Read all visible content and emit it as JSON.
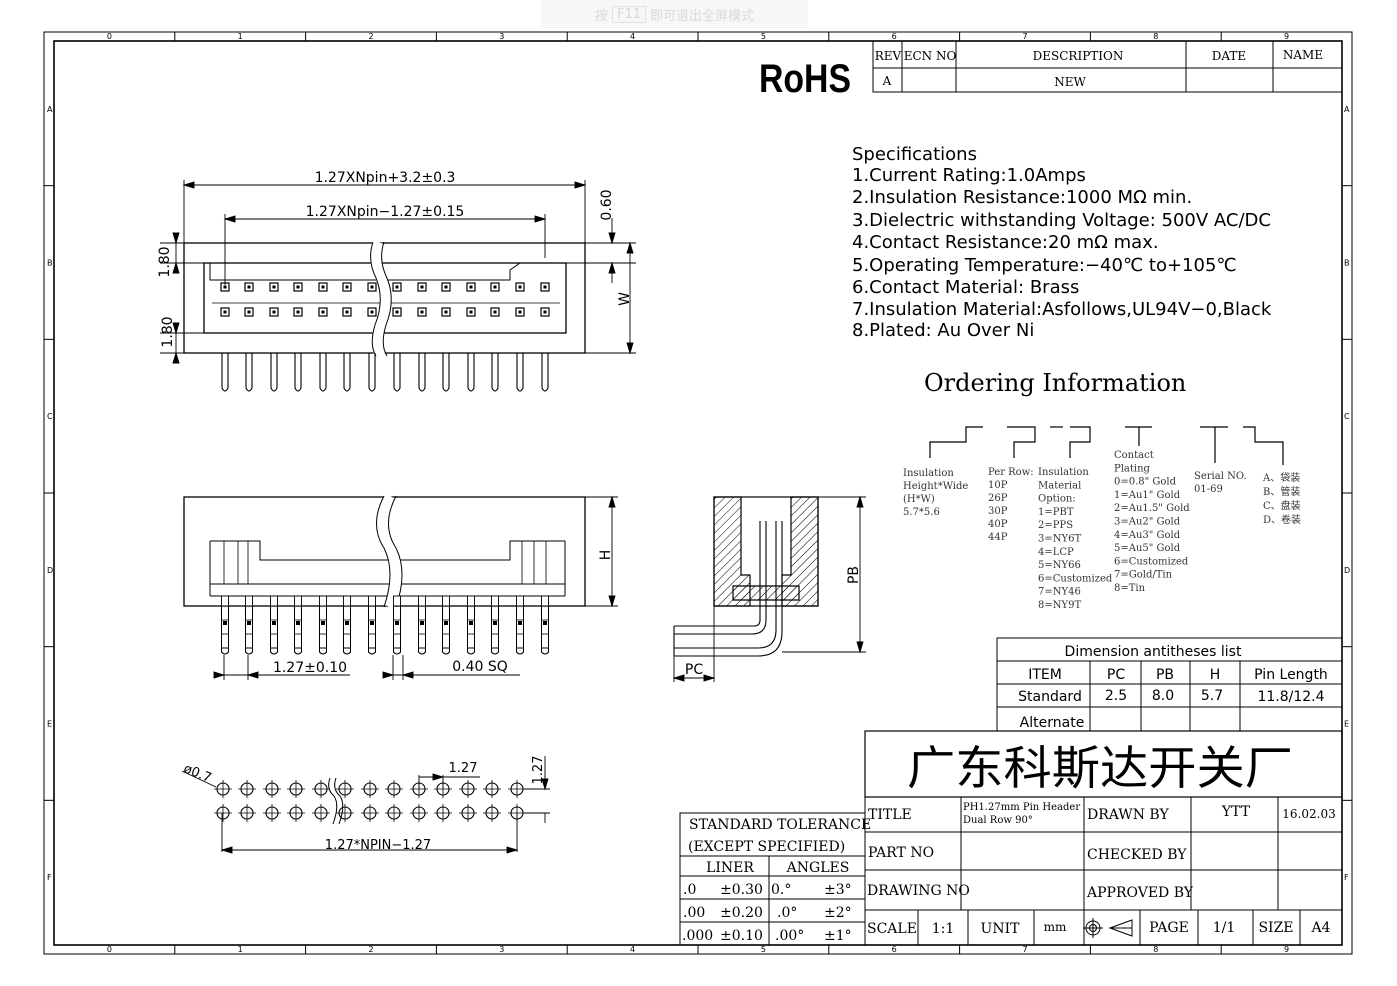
{
  "overlay": {
    "prefix": "按",
    "key": "F11",
    "suffix": "即可退出全屏模式"
  },
  "border": {
    "columns": [
      "0",
      "1",
      "2",
      "3",
      "4",
      "5",
      "6",
      "7",
      "8",
      "9"
    ],
    "rows": [
      "A",
      "B",
      "C",
      "D",
      "E",
      "F"
    ]
  },
  "rohs": "RoHS",
  "revision_table": {
    "headers": [
      "REV",
      "ECN NO",
      "DESCRIPTION",
      "DATE",
      "NAME"
    ],
    "row": [
      "A",
      "",
      "NEW",
      "",
      ""
    ]
  },
  "specifications": {
    "heading": "Specifications",
    "items": [
      "1.Current  Rating:1.0Amps",
      "2.Insulation  Resistance:1000  MΩ  min.",
      "3.Dielectric  withstanding  Voltage:  500V  AC/DC",
      "4.Contact  Resistance:20  mΩ  max.",
      "5.Operating  Temperature:−40℃  to+105℃",
      "6.Contact  Material:  Brass",
      "7.Insulation  Material:Asfollows,UL94V−0,Black",
      "8.Plated:  Au  Over  Ni"
    ]
  },
  "ordering": {
    "title": "Ordering  Information",
    "groups": [
      {
        "lines": [
          "Insulation",
          "Height*Wide",
          "(H*W)",
          "5.7*5.6"
        ]
      },
      {
        "lines": [
          "Per Row:",
          "10P",
          "26P",
          "30P",
          "40P",
          "44P"
        ]
      },
      {
        "lines": [
          "Insulation",
          "Material",
          "Option:",
          "1=PBT",
          "2=PPS",
          "3=NY6T",
          "4=LCP",
          "5=NY66",
          "6=Customized",
          "7=NY46",
          "8=NY9T"
        ]
      },
      {
        "lines": [
          "Contact",
          "Plating",
          "0=0.8\" Gold",
          "1=Au1\" Gold",
          "2=Au1.5\" Gold",
          "3=Au2\" Gold",
          "4=Au3\" Gold",
          "5=Au5\" Gold",
          "6=Customized",
          "7=Gold/Tin",
          "8=Tin"
        ]
      },
      {
        "lines": [
          "Serial NO.",
          "01-69"
        ]
      },
      {
        "lines": [
          "A、袋装",
          "B、管装",
          "C、盘装",
          "D、卷装"
        ]
      }
    ]
  },
  "dimensions": {
    "top_view": {
      "overall": "1.27XNpin+3.2±0.3",
      "inner": "1.27XNpin−1.27±0.15",
      "thickness": "0.60",
      "wall_top": "1.80",
      "wall_bottom": "1.80",
      "width": "W"
    },
    "front_view": {
      "height": "H",
      "pitch": "1.27±0.10",
      "pin": "0.40  SQ"
    },
    "side_view": {
      "pb": "PB",
      "pc": "PC"
    },
    "pcb_layout": {
      "hole": "ø0.7",
      "pitch_x": "1.27",
      "pitch_y": "1.27",
      "span": "1.27*NPIN−1.27"
    }
  },
  "dimension_list": {
    "title": "Dimension antitheses list",
    "headers": [
      "ITEM",
      "PC",
      "PB",
      "H",
      "Pin Length"
    ],
    "rows": [
      [
        "Standard",
        "2.5",
        "8.0",
        "5.7",
        "11.8/12.4"
      ],
      [
        "Alternate",
        "",
        "",
        "",
        ""
      ]
    ]
  },
  "company": "广东科斯达开关厂",
  "tolerance": {
    "title_line1": "STANDARD  TOLERANCE",
    "title_line2": "(EXCEPT  SPECIFIED)",
    "liner_label": "LINER",
    "angles_label": "ANGLES",
    "rows": [
      [
        ".0",
        "±0.30",
        "0.°",
        "±3°"
      ],
      [
        ".00",
        "±0.20",
        ".0°",
        "±2°"
      ],
      [
        ".000",
        "±0.10",
        ".00°",
        "±1°"
      ]
    ]
  },
  "title_block": {
    "title_label": "TITLE",
    "title_value_line1": "PH1.27mm  Pin  Header",
    "title_value_line2": "Dual  Row  90°",
    "drawn_by_label": "DRAWN  BY",
    "drawn_by": "YTT",
    "date": "16.02.03",
    "part_no_label": "PART  NO",
    "part_no": "",
    "checked_by_label": "CHECKED  BY",
    "drawing_no_label": "DRAWING  NO",
    "approved_by_label": "APPROVED  BY",
    "scale_label": "SCALE",
    "scale": "1:1",
    "unit_label": "UNIT",
    "unit": "mm",
    "page_label": "PAGE",
    "page": "1/1",
    "size_label": "SIZE",
    "size": "A4"
  }
}
